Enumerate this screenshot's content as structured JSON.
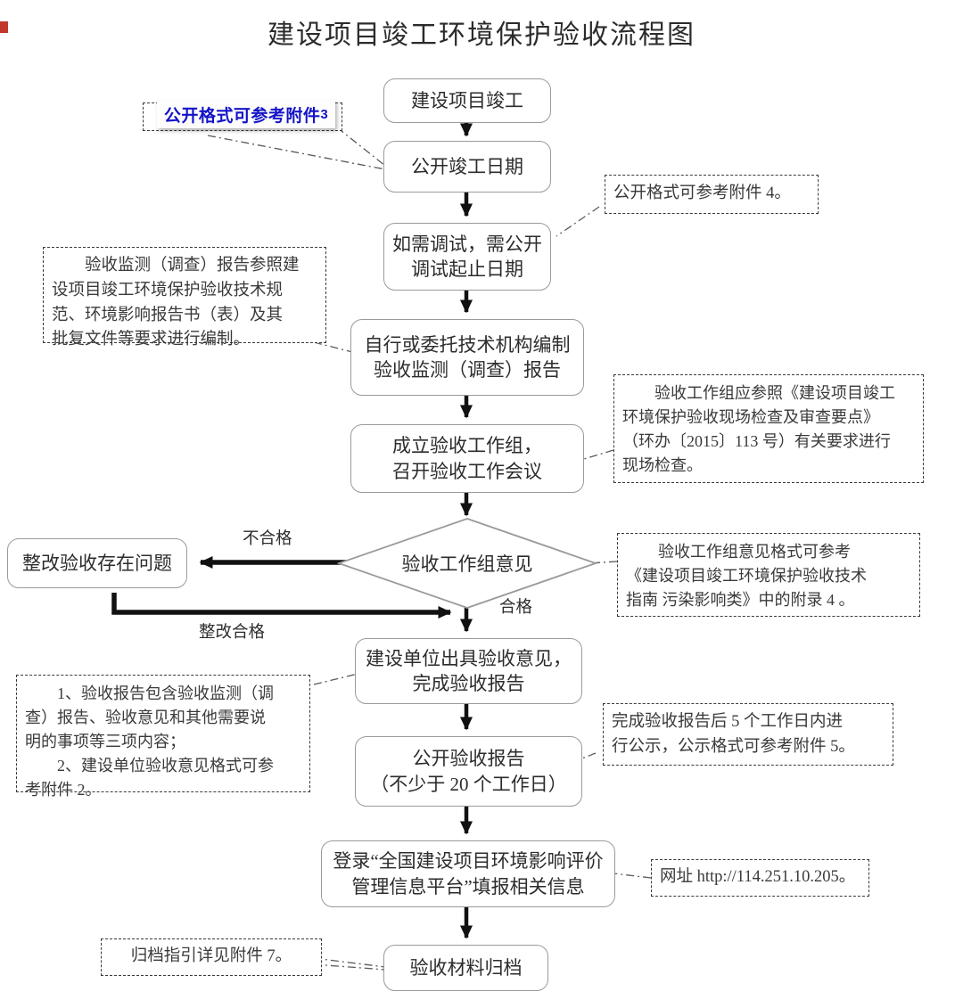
{
  "title": "建设项目竣工环境保护验收流程图",
  "nodes": {
    "n1": "建设项目竣工",
    "n2": "公开竣工日期",
    "n3": "如需调试，需公开\n调试起止日期",
    "n4": "自行或委托技术机构编制\n验收监测（调查）报告",
    "n5": "成立验收工作组，\n召开验收工作会议",
    "decision": "验收工作组意见",
    "rework": "整改验收存在问题",
    "n6": "建设单位出具验收意见，\n完成验收报告",
    "n7": "公开验收报告\n（不少于 20 个工作日）",
    "n8": "登录“全国建设项目环境影响评价\n管理信息平台”填报相关信息",
    "n9": "验收材料归档"
  },
  "edge_labels": {
    "fail": "不合格",
    "pass": "合格",
    "rework_pass": "整改合格"
  },
  "notes": {
    "note_attach3": {
      "text": "公开格式可参考附件",
      "suffix": "3",
      "color": "#1414c8"
    },
    "note_attach4": {
      "lines": [
        "公开格式可参考附件 4。"
      ]
    },
    "note_report_spec": {
      "lines": [
        "验收监测（调查）报告参照建",
        "设项目竣工环境保护验收技术规",
        "范、环境影响报告书（表）及其",
        "批复文件等要求进行编制。"
      ]
    },
    "note_workgroup": {
      "lines": [
        "验收工作组应参照《建设项目竣工",
        "环境保护验收现场检查及审查要点》",
        "（环办〔2015〕113 号）有关要求进行",
        "现场检查。"
      ]
    },
    "note_opinion_format": {
      "lines": [
        "验收工作组意见格式可参考",
        "《建设项目竣工环境保护验收技术",
        "指南 污染影响类》中的附录 4 。"
      ]
    },
    "note_report_content": {
      "lines": [
        "1、验收报告包含验收监测（调",
        "查）报告、验收意见和其他需要说",
        "明的事项等三项内容；",
        "2、建设单位验收意见格式可参",
        "考附件 2。"
      ]
    },
    "note_publicity": {
      "lines": [
        "完成验收报告后 5 个工作日内进",
        "行公示，公示格式可参考附件 5。"
      ]
    },
    "note_url": {
      "lines": [
        "网址 http://114.251.10.205。"
      ]
    },
    "note_archive": {
      "lines": [
        "归档指引详见附件 7。"
      ]
    }
  },
  "colors": {
    "node_border": "#9a9a9a",
    "note_border": "#3a3a3a",
    "arrow": "#111111",
    "accent_blue": "#1414c8",
    "text": "#2c2c2c"
  }
}
